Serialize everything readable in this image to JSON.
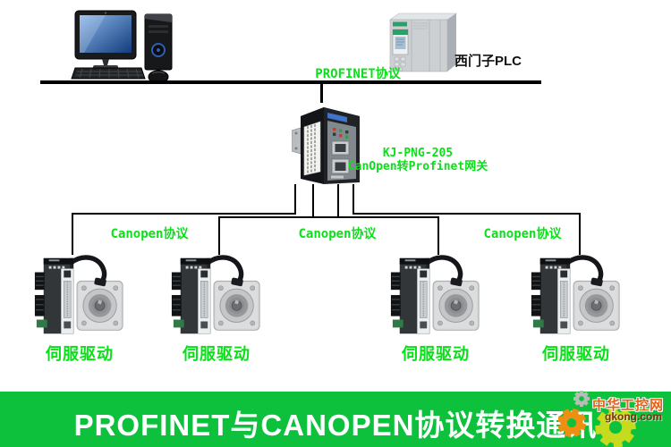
{
  "colors": {
    "background": "#ffffff",
    "label_green": "#0ae019",
    "banner_green": "#0dc13d",
    "banner_text": "#ffffff",
    "line_black": "#000000",
    "plc_label_text": "#111111",
    "watermark_orange": "#e55f15",
    "watermark_dark_red": "#7c2f12"
  },
  "diagram": {
    "profinet_label": "PROFINET协议",
    "plc_label": "西门子PLC",
    "gateway": {
      "model": "KJ-PNG-205",
      "description": "CanOpen转Profinet网关"
    },
    "canopen_labels": [
      "Canopen协议",
      "Canopen协议",
      "Canopen协议"
    ],
    "drives": [
      {
        "label": "伺服驱动"
      },
      {
        "label": "伺服驱动"
      },
      {
        "label": "伺服驱动"
      },
      {
        "label": "伺服驱动"
      }
    ]
  },
  "banner": {
    "title": "PROFINET与CANOPEN协议转换通讯"
  },
  "watermark": {
    "site_name": "中华工控网",
    "site_domain": "gkong.com"
  },
  "icons": {
    "computer": "desktop-computer-icon",
    "plc": "plc-module-icon",
    "gateway": "gateway-device-icon",
    "servo_drive": "servo-drive-motor-icon",
    "watermark_gears": "gears-icon"
  }
}
